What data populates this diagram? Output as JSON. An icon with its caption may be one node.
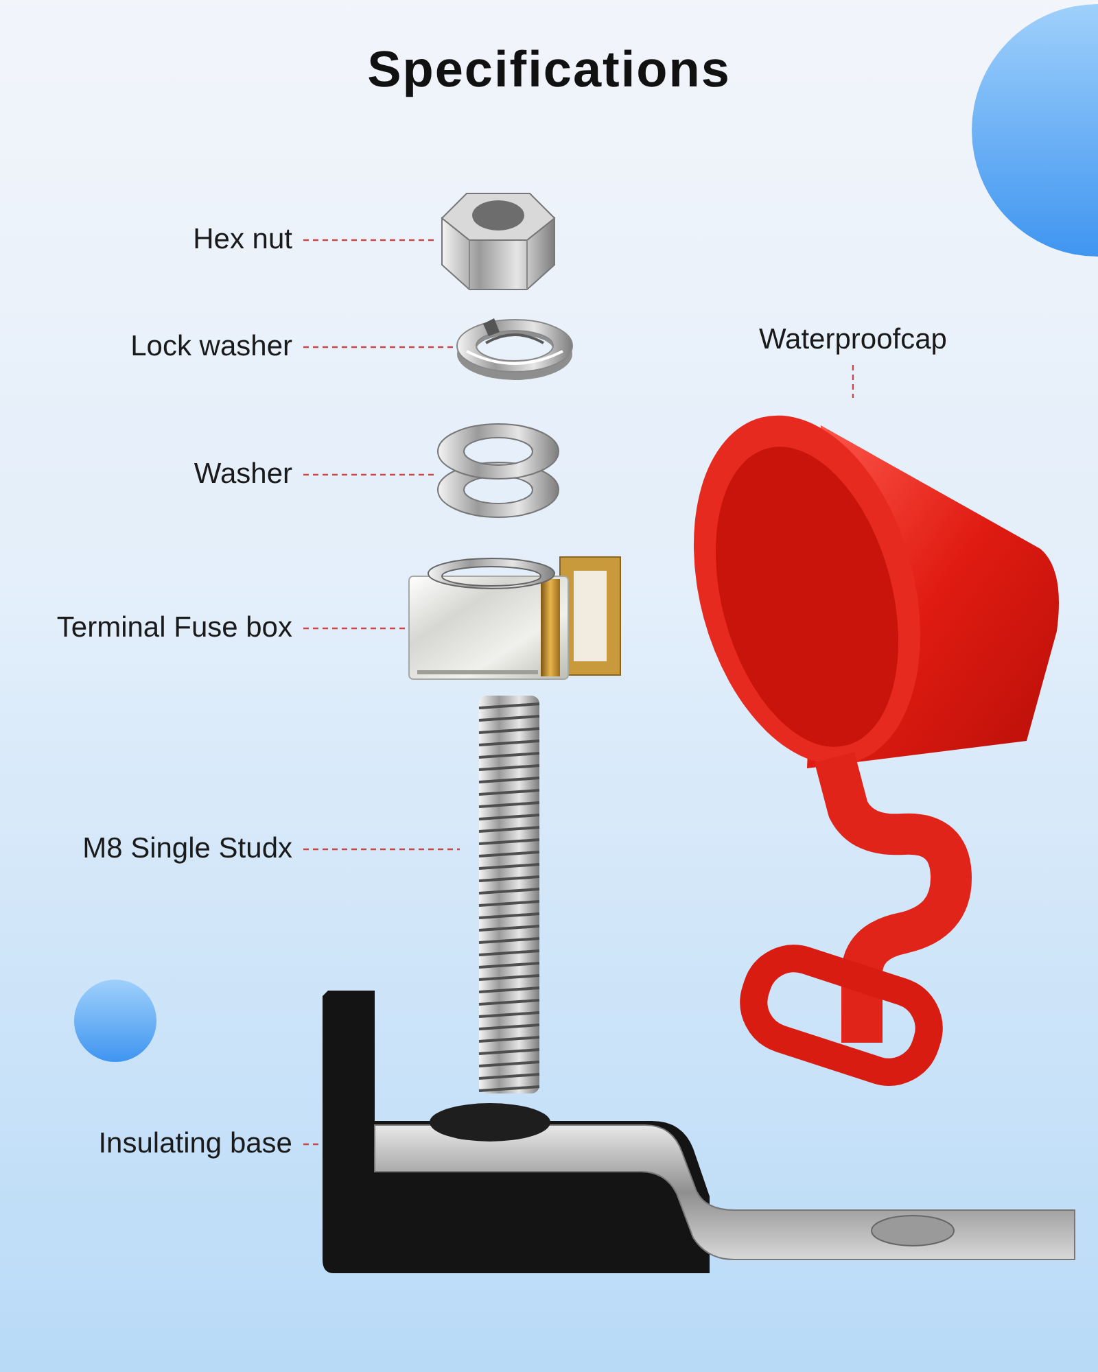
{
  "diagram": {
    "title": "Specifications",
    "nodes": [
      {
        "text": [
          "Hex nut"
        ]
      },
      {
        "text": [
          "Lock washer"
        ]
      },
      {
        "text": [
          "Washer"
        ]
      },
      {
        "text": [
          "Terminal Fuse box"
        ]
      },
      {
        "text": [
          "M8 Single Studx"
        ]
      },
      {
        "text": [
          "Insulating base"
        ]
      },
      {
        "text": [
          "Waterproofcap"
        ]
      },
      {
        "text": [],
        "shape": "picture"
      },
      {
        "text": [],
        "shape": "picture"
      },
      {
        "text": [],
        "shape": "picture"
      },
      {
        "text": [],
        "shape": "picture"
      },
      {
        "text": [],
        "shape": "picture"
      },
      {
        "text": [],
        "shape": "picture"
      },
      {
        "text": [],
        "shape": "picture"
      }
    ],
    "edges": [
      {
        "from": 0,
        "to": 7,
        "arrow": "none",
        "style": "dashed"
      },
      {
        "from": 1,
        "to": 8,
        "arrow": "none",
        "style": "dashed"
      },
      {
        "from": 2,
        "to": 9,
        "arrow": "none",
        "style": "dashed"
      },
      {
        "from": 3,
        "to": 10,
        "arrow": "none",
        "style": "dashed"
      },
      {
        "from": 4,
        "to": 11,
        "arrow": "none",
        "style": "dashed"
      },
      {
        "from": 5,
        "to": 12,
        "arrow": "none",
        "style": "dashed"
      },
      {
        "from": 6,
        "to": 13,
        "arrow": "none",
        "style": "dashed"
      }
    ]
  }
}
